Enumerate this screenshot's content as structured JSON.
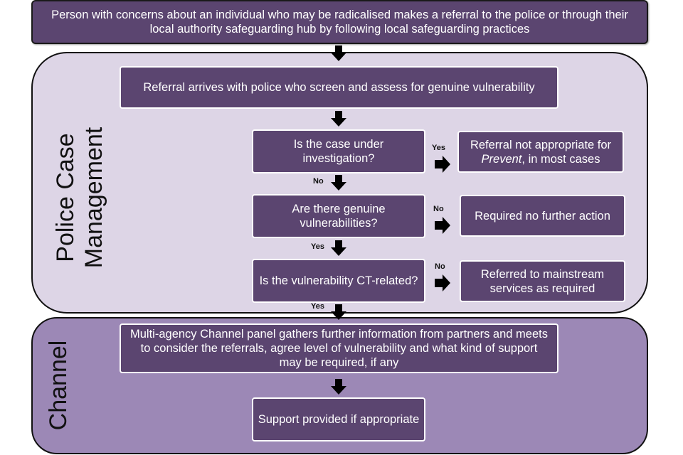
{
  "colors": {
    "box_fill": "#5b4570",
    "police_panel_fill": "#ddd5e6",
    "channel_panel_fill": "#9c88b6",
    "arrow": "#000000",
    "text_on_box": "#ffffff"
  },
  "start": {
    "text": "Person with concerns about an individual who may be radicalised makes a referral to the police or through their local authority safeguarding hub by following local safeguarding practices"
  },
  "police_case_management": {
    "label_line1": "Police Case",
    "label_line2": "Management",
    "screen_step": "Referral arrives with police who screen and assess for genuine vulnerability",
    "q1": {
      "question": "Is the case under investigation?",
      "yes_label": "Yes",
      "yes_outcome_prefix": "Referral not appropriate for",
      "yes_outcome_italic": "Prevent",
      "yes_outcome_suffix": ", in most cases",
      "down_label": "No"
    },
    "q2": {
      "question": "Are there genuine vulnerabilities?",
      "no_label": "No",
      "no_outcome": "Required no further action",
      "down_label": "Yes"
    },
    "q3": {
      "question": "Is the vulnerability CT-related?",
      "no_label": "No",
      "no_outcome": "Referred to mainstream services as required",
      "down_label": "Yes"
    }
  },
  "channel": {
    "label": "Channel",
    "panel_step": "Multi-agency Channel panel gathers further information from partners and meets to consider the referrals, agree level of vulnerability and what kind of support may be required, if any",
    "support_step": "Support provided if appropriate"
  }
}
